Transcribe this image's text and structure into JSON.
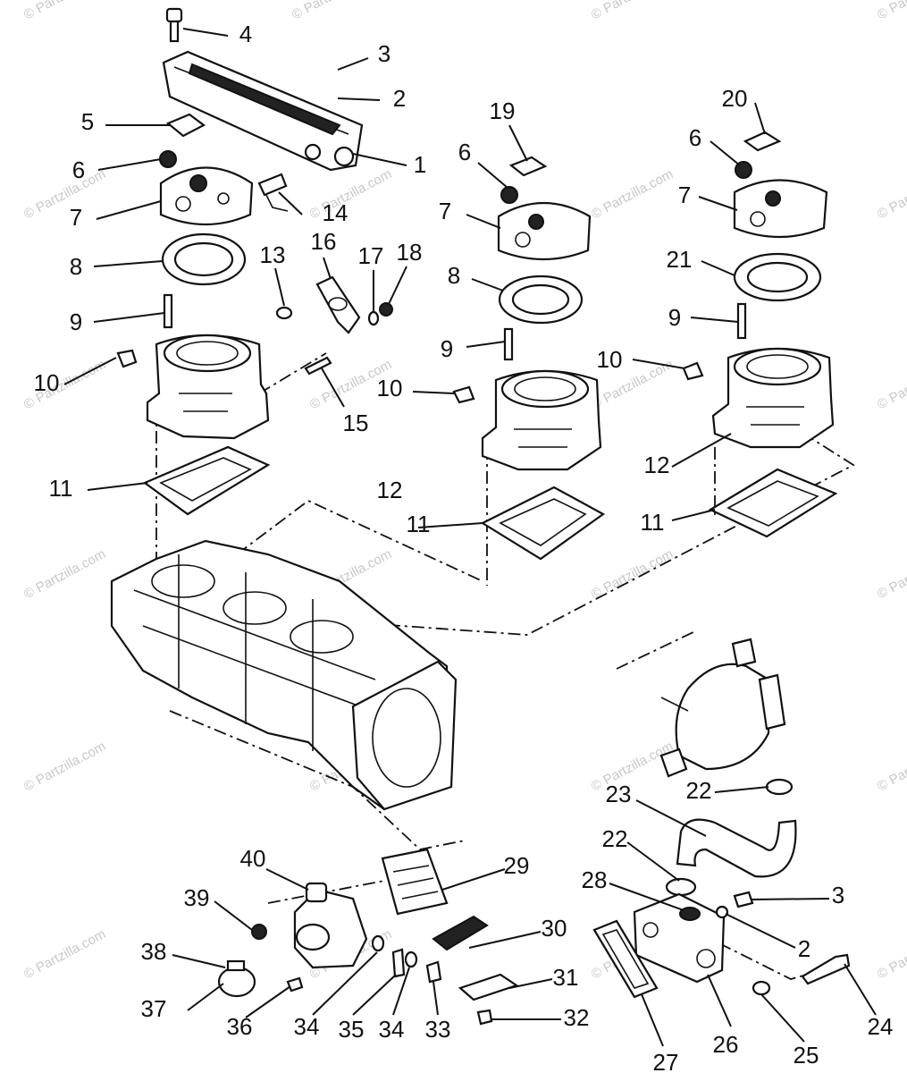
{
  "watermark": "© Partzilla.com",
  "callouts": [
    "1",
    "2",
    "3",
    "4",
    "5",
    "6",
    "7",
    "8",
    "9",
    "10",
    "11",
    "12",
    "13",
    "14",
    "15",
    "16",
    "17",
    "18",
    "19",
    "20",
    "21",
    "22",
    "23",
    "24",
    "25",
    "26",
    "27",
    "28",
    "29",
    "30",
    "31",
    "32",
    "33",
    "34",
    "35",
    "36",
    "37",
    "38",
    "39",
    "40"
  ]
}
